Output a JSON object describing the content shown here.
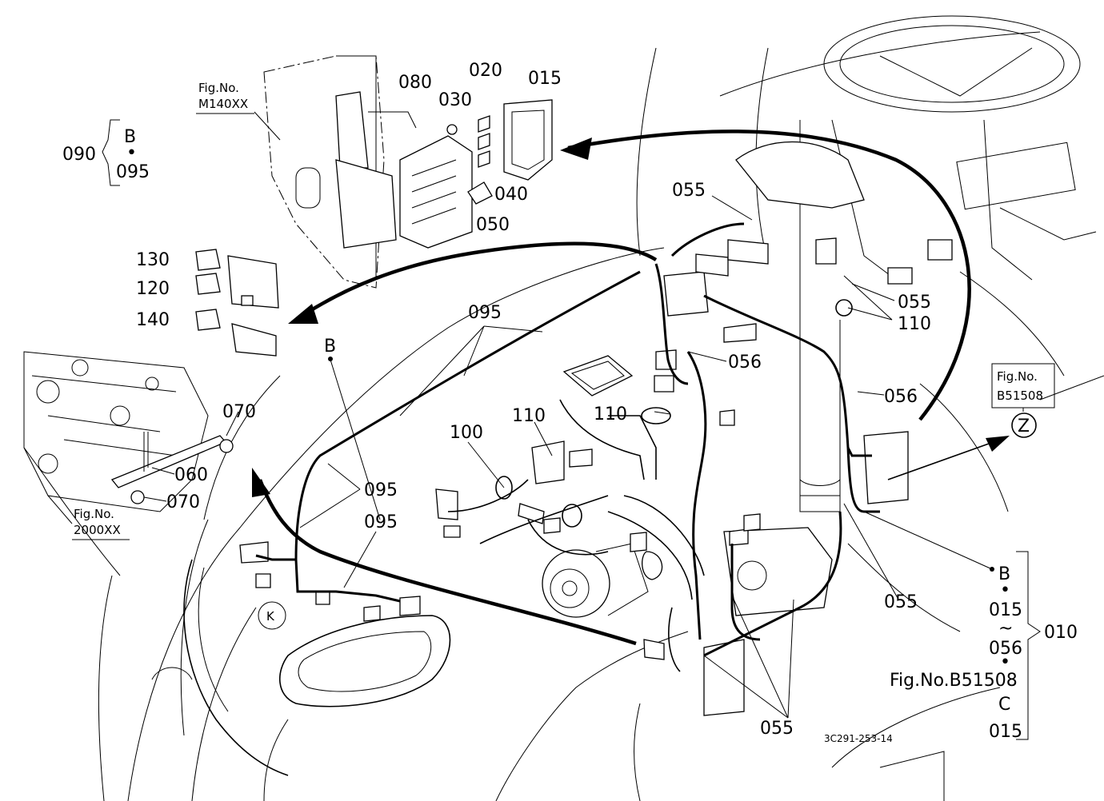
{
  "callouts": [
    {
      "id": "c090",
      "text": "090"
    },
    {
      "id": "c090b",
      "text": "B"
    },
    {
      "id": "c090dot",
      "text": "•"
    },
    {
      "id": "c095top",
      "text": "095"
    },
    {
      "id": "c080",
      "text": "080"
    },
    {
      "id": "c020",
      "text": "020"
    },
    {
      "id": "c030",
      "text": "030"
    },
    {
      "id": "c015",
      "text": "015"
    },
    {
      "id": "c040",
      "text": "040"
    },
    {
      "id": "c050",
      "text": "050"
    },
    {
      "id": "c130",
      "text": "130"
    },
    {
      "id": "c120",
      "text": "120"
    },
    {
      "id": "c140",
      "text": "140"
    },
    {
      "id": "c095a",
      "text": "095"
    },
    {
      "id": "cB",
      "text": "B"
    },
    {
      "id": "c055a",
      "text": "055"
    },
    {
      "id": "c055b",
      "text": "055"
    },
    {
      "id": "c110a",
      "text": "110"
    },
    {
      "id": "c056a",
      "text": "056"
    },
    {
      "id": "c056b",
      "text": "056"
    },
    {
      "id": "c110b",
      "text": "110"
    },
    {
      "id": "c110c",
      "text": "110"
    },
    {
      "id": "c100",
      "text": "100"
    },
    {
      "id": "c070a",
      "text": "070"
    },
    {
      "id": "c060",
      "text": "060"
    },
    {
      "id": "c070b",
      "text": "070"
    },
    {
      "id": "c095b",
      "text": "095"
    },
    {
      "id": "c095c",
      "text": "095"
    },
    {
      "id": "c055c",
      "text": "055"
    },
    {
      "id": "c055d",
      "text": "055"
    },
    {
      "id": "zmark",
      "text": "Z"
    }
  ],
  "figrefs": {
    "m140_line1": "Fig.No.",
    "m140_line2": "M140XX",
    "f2000_line1": "Fig.No.",
    "f2000_line2": "2000XX",
    "b51508_line1": "Fig.No.",
    "b51508_line2": "B51508"
  },
  "range_bracket": {
    "b": "B",
    "dot1": "•",
    "from": "015",
    "tilde": "~",
    "to": "056",
    "dot2": "•",
    "fig": "Fig.No.B51508",
    "c": "C",
    "c_to": "015",
    "assembly": "010"
  },
  "drawing_number": "3C291-253-14"
}
